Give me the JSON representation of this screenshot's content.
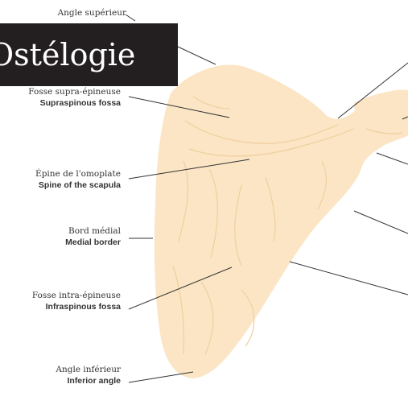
{
  "title": "Ostélogie",
  "colors": {
    "bone_fill": "#fbe5c4",
    "bone_line": "#efcf9f",
    "leader_line": "#333333",
    "banner_bg": "#231f20",
    "banner_text": "#ffffff"
  },
  "labels": [
    {
      "id": "superior-angle",
      "fr": "Angle supérieur",
      "en": ""
    },
    {
      "id": "supraspinous-fossa",
      "fr": "Fosse supra-épineuse",
      "en": "Supraspinous fossa"
    },
    {
      "id": "spine-of-scapula",
      "fr": "Épine de l'omoplate",
      "en": "Spine of the scapula"
    },
    {
      "id": "medial-border",
      "fr": "Bord médial",
      "en": "Medial border"
    },
    {
      "id": "infraspinous-fossa",
      "fr": "Fosse intra-épineuse",
      "en": "Infraspinous fossa"
    },
    {
      "id": "inferior-angle",
      "fr": "Angle inférieur",
      "en": "Inferior angle"
    }
  ]
}
